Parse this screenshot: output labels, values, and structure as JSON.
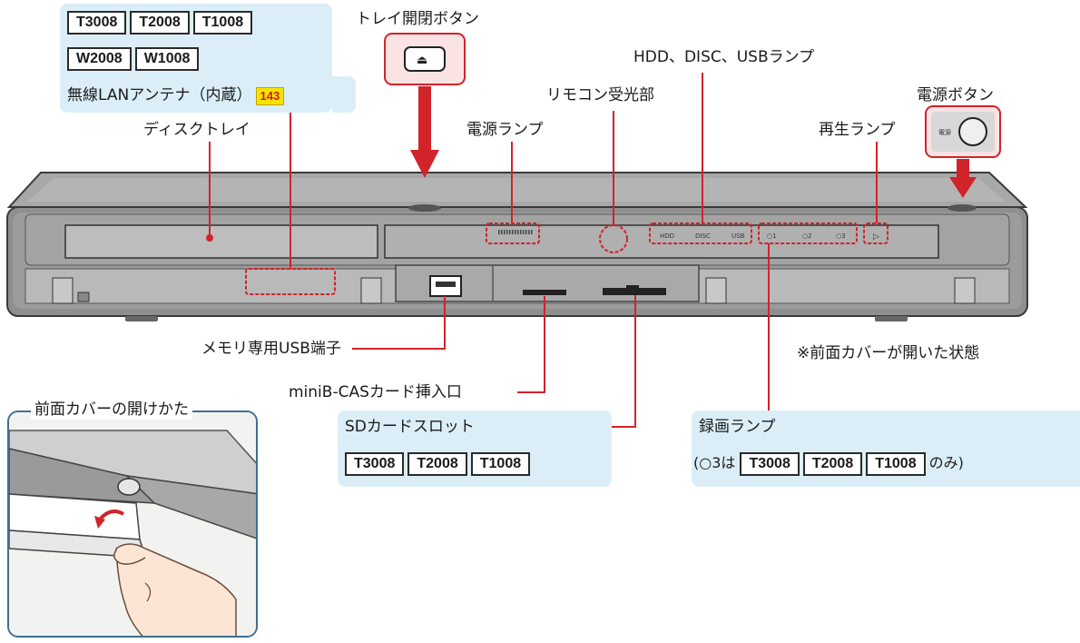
{
  "top_left_panel": {
    "models_row1": [
      "T3008",
      "T2008",
      "T1008"
    ],
    "models_row2": [
      "W2008",
      "W1008"
    ],
    "antenna_label": "無線LANアンテナ（内蔵）",
    "antenna_page_ref": "143"
  },
  "labels": {
    "tray_button": "トレイ開閉ボタン",
    "hdd_disc_usb_lamps": "HDD、DISC、USBランプ",
    "remote_sensor": "リモコン受光部",
    "power_button": "電源ボタン",
    "disc_tray": "ディスクトレイ",
    "power_lamp": "電源ランプ",
    "play_lamp": "再生ランプ",
    "usb_port": "メモリ専用USB端子",
    "cover_open_note": "※前面カバーが開いた状態",
    "minib_cas_slot": "miniB-CASカード挿入口"
  },
  "sd_panel": {
    "label": "SDカードスロット",
    "models": [
      "T3008",
      "T2008",
      "T1008"
    ]
  },
  "rec_panel": {
    "label": "録画ランプ",
    "note_prefix": "(○3は",
    "models": [
      "T3008",
      "T2008",
      "T1008"
    ],
    "note_suffix": "のみ)"
  },
  "device": {
    "power_button_text": "電源",
    "lamp_hdd": "HDD",
    "lamp_disc": "DISC",
    "lamp_usb": "USB",
    "rec_lamp_1": "○1",
    "rec_lamp_2": "○2",
    "rec_lamp_3": "○3",
    "play_symbol": "▷",
    "eject_symbol": "⏏"
  },
  "inset": {
    "title": "前面カバーの開けかた"
  },
  "colors": {
    "callout_red": "#d2232a",
    "panel_blue": "#dbeef8",
    "device_gray": "#9a9a9a",
    "device_dark": "#3a3a3a"
  }
}
